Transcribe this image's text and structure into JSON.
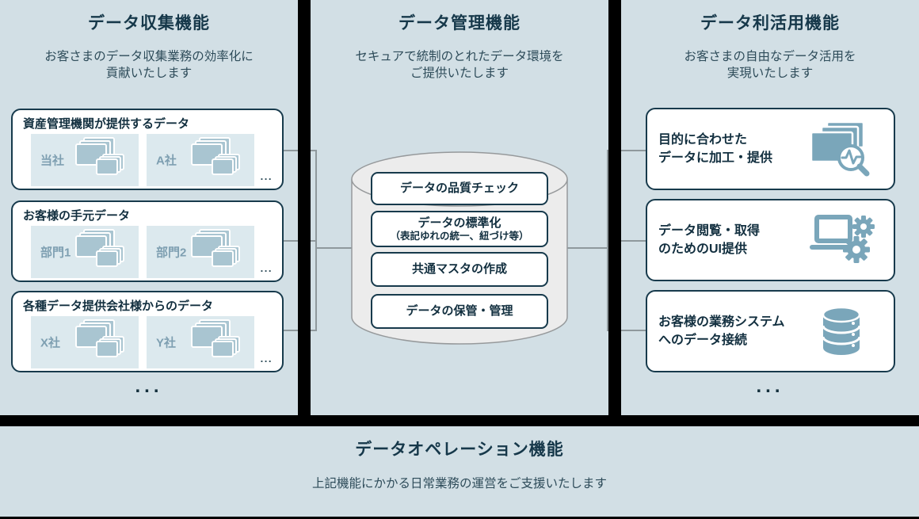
{
  "palette": {
    "background": "#d2dfe5",
    "divider_black": "#000000",
    "card_border_navy": "#173a4c",
    "heading_text": "#16384a",
    "body_text": "#2d4b59",
    "panel_blue": "#dce9ee",
    "panel_label": "#7e9fb1",
    "doc_icon_fill": "#a9c5d1",
    "icon_blue": "#7aa6ba",
    "cylinder_fill": "#ececec",
    "cylinder_stroke": "#96999b",
    "connector_gray": "#8f999d"
  },
  "columns": [
    {
      "id": "collection",
      "title": "データ収集機能",
      "subtitle": [
        "お客さまのデータ収集業務の効率化に",
        "貢献いたします"
      ],
      "boxes": [
        {
          "title": "資産管理機関が提供するデータ",
          "items": [
            {
              "label": "当社",
              "icon": "docs-icon"
            },
            {
              "label": "A社",
              "icon": "docs-icon"
            }
          ],
          "more": "..."
        },
        {
          "title": "お客様の手元データ",
          "items": [
            {
              "label": "部門1",
              "icon": "docs-icon"
            },
            {
              "label": "部門2",
              "icon": "docs-icon"
            }
          ],
          "more": "..."
        },
        {
          "title": "各種データ提供会社様からのデータ",
          "items": [
            {
              "label": "X社",
              "icon": "docs-icon"
            },
            {
              "label": "Y社",
              "icon": "docs-icon"
            }
          ],
          "more": "..."
        }
      ],
      "ellipsis": "..."
    },
    {
      "id": "management",
      "title": "データ管理機能",
      "subtitle": [
        "セキュアで統制のとれたデータ環境を",
        "ご提供いたします"
      ],
      "db_steps": [
        {
          "lines": [
            "データの品質チェック"
          ]
        },
        {
          "lines": [
            "データの標準化",
            "（表記ゆれの統一、紐づけ等）"
          ]
        },
        {
          "lines": [
            "共通マスタの作成"
          ]
        },
        {
          "lines": [
            "データの保管・管理"
          ]
        }
      ]
    },
    {
      "id": "utilization",
      "title": "データ利活用機能",
      "subtitle": [
        "お客さまの自由なデータ活用を",
        "実現いたします"
      ],
      "boxes": [
        {
          "lines": [
            "目的に合わせた",
            "データに加工・提供"
          ],
          "icon": "docs-magnifier-icon"
        },
        {
          "lines": [
            "データ閲覧・取得",
            "のためのUI提供"
          ],
          "icon": "laptop-gears-icon"
        },
        {
          "lines": [
            "お客様の業務システム",
            "へのデータ接続"
          ],
          "icon": "database-icon"
        }
      ],
      "ellipsis": "..."
    }
  ],
  "footer": {
    "title": "データオペレーション機能",
    "subtitle": "上記機能にかかる日常業務の運営をご支援いたします"
  }
}
